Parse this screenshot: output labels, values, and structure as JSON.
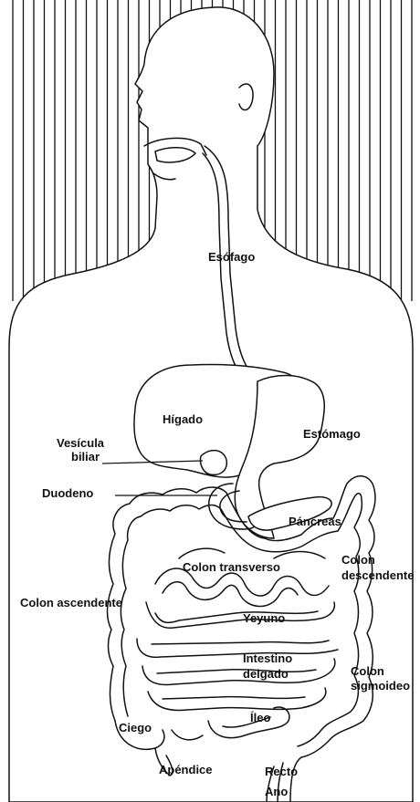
{
  "labels": {
    "esofago": "Esófago",
    "higado": "Hígado",
    "vesicula_1": "Vesícula",
    "vesicula_2": "biliar",
    "estomago": "Estómago",
    "duodeno": "Duodeno",
    "pancreas": "Páncreas",
    "colon_transverso": "Colon transverso",
    "colon_descendente_1": "Colon",
    "colon_descendente_2": "descendente",
    "colon_ascendente": "Colon ascendente",
    "yeyuno": "Yeyuno",
    "intestino_1": "Intestino",
    "intestino_2": "delgado",
    "colon_sigmoideo_1": "Colon",
    "colon_sigmoideo_2": "sigmoideo",
    "ileo": "Íleo",
    "ciego": "Ciego",
    "apendice": "Apéndice",
    "recto": "Recto",
    "ano": "Ano"
  }
}
